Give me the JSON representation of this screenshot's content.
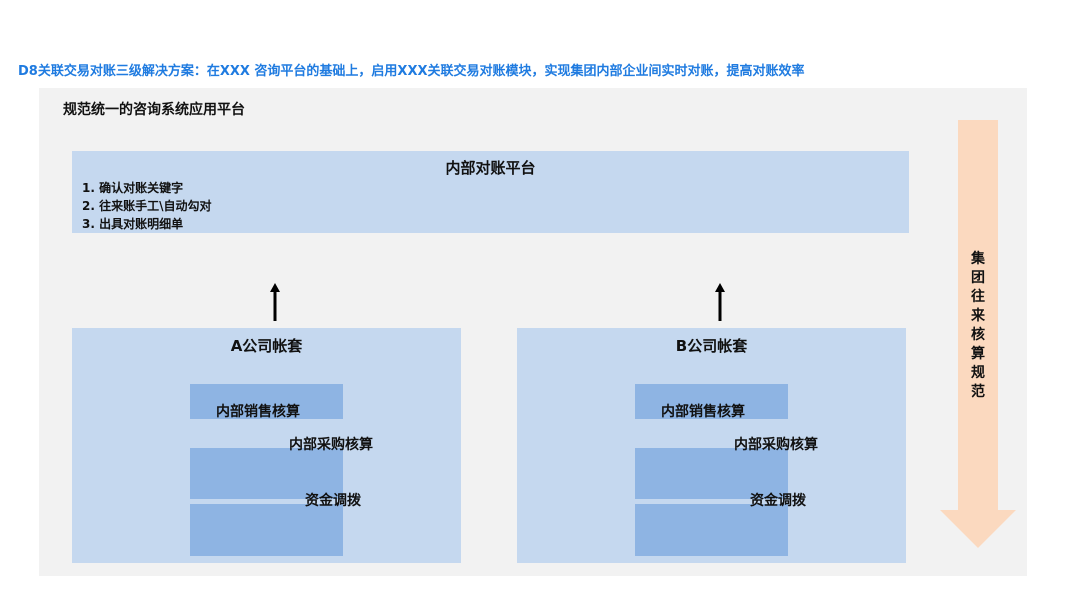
{
  "headline": "D8关联交易对账三级解决方案：在XXX 咨询平台的基础上，启用XXX关联交易对账模块，实现集团内部企业间实时对账，提高对账效率",
  "system": {
    "title": "规范统一的咨询系统应用平台"
  },
  "platform": {
    "title": "内部对账平台",
    "steps": [
      "1.  确认对账关键字",
      "2. 往来账手工\\自动勾对",
      "3. 出具对账明细单"
    ]
  },
  "companies": [
    {
      "title": "A公司帐套",
      "sales": "内部销售核算",
      "purchase": "内部采购核算",
      "funds": "资金调拨"
    },
    {
      "title": "B公司帐套",
      "sales": "内部销售核算",
      "purchase": "内部采购核算",
      "funds": "资金调拨"
    }
  ],
  "norm": {
    "label": "集团往来核算规范"
  },
  "colors": {
    "headline": "#1f7be0",
    "background_panel": "#f2f2f2",
    "light_box": "#c5d8ef",
    "dark_box": "#8eb4e3",
    "norm_arrow": "#fbd9bf"
  }
}
